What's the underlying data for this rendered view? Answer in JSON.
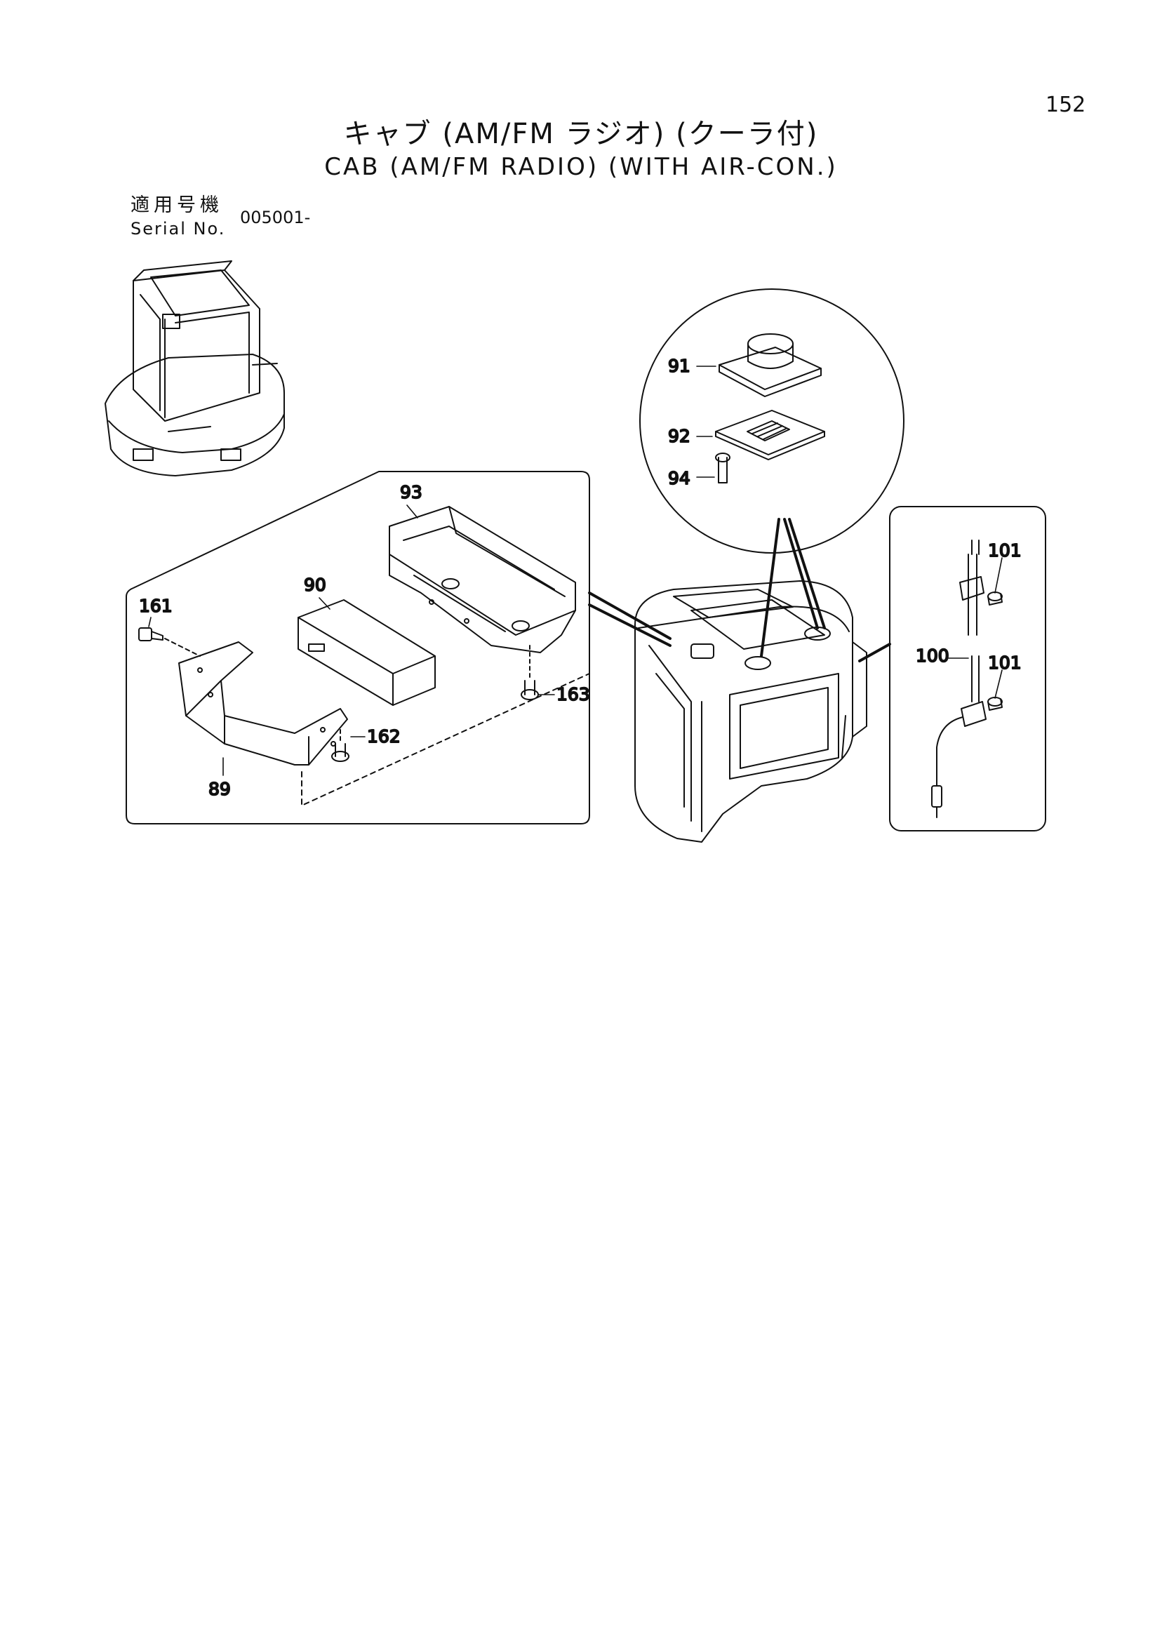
{
  "page_number": "152",
  "title_jp": "キャブ (AM/FM ラジオ) (クーラ付)",
  "title_en": "CAB (AM/FM RADIO) (WITH AIR-CON.)",
  "serial": {
    "label_jp": "適用号機",
    "label_en": "Serial No.",
    "value": "005001-"
  },
  "callouts": {
    "p89": "89",
    "p90": "90",
    "p91": "91",
    "p92": "92",
    "p93": "93",
    "p94": "94",
    "p100": "100",
    "p101a": "101",
    "p101b": "101",
    "p161": "161",
    "p162": "162",
    "p163": "163"
  }
}
